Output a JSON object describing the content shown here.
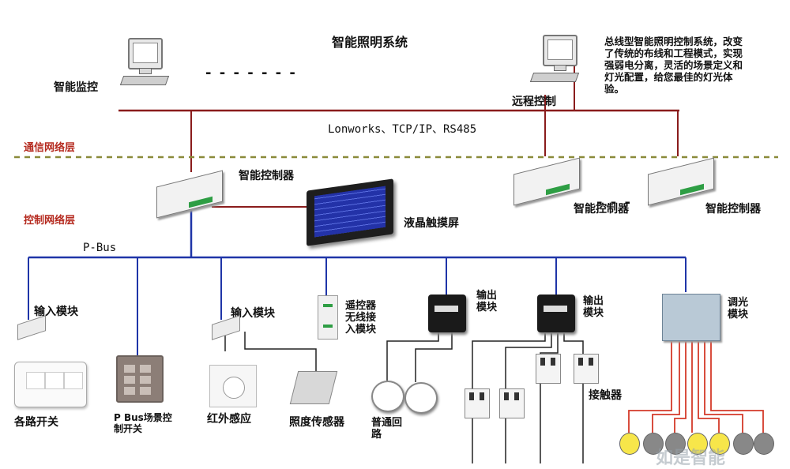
{
  "title": "智能照明系统",
  "description": "总线型智能照明控制系统，改变了传统的布线和工程模式，实现强弱电分离，灵活的场景定义和灯光配置，给您最佳的灯光体验。",
  "layers": {
    "comm": "通信网络层",
    "control": "控制网络层"
  },
  "protocol": "Lonworks、TCP/IP、RS485",
  "bus_name": "P-Bus",
  "dashes": "- - - - - - -",
  "labels": {
    "monitor": "智能监控",
    "remote_control": "远程控制",
    "controller_main": "智能控制器",
    "controller_2": "智能控制器",
    "controller_3": "智能控制器",
    "lcd": "液晶触摸屏",
    "input_module_1": "输入模块",
    "input_module_2": "输入模块",
    "switches": "各路开关",
    "scene_switch": "P Bus场景控制开关",
    "pir": "红外感应",
    "lux_sensor": "照度传感器",
    "remote_module": "遥控器无线接入模块",
    "output_module_1": "输出模块",
    "output_module_2": "输出模块",
    "dimmer_module": "调光模块",
    "contactor": "接触器",
    "normal_circuit": "普通回路"
  },
  "watermark": "如是智能",
  "colors": {
    "bus_blue": "#1f35a8",
    "comm_line": "#8a1c1c",
    "layer_red": "#b52a1f",
    "divider_olive": "#8a8a3a",
    "bulb_wire_red": "#d43a2a"
  }
}
